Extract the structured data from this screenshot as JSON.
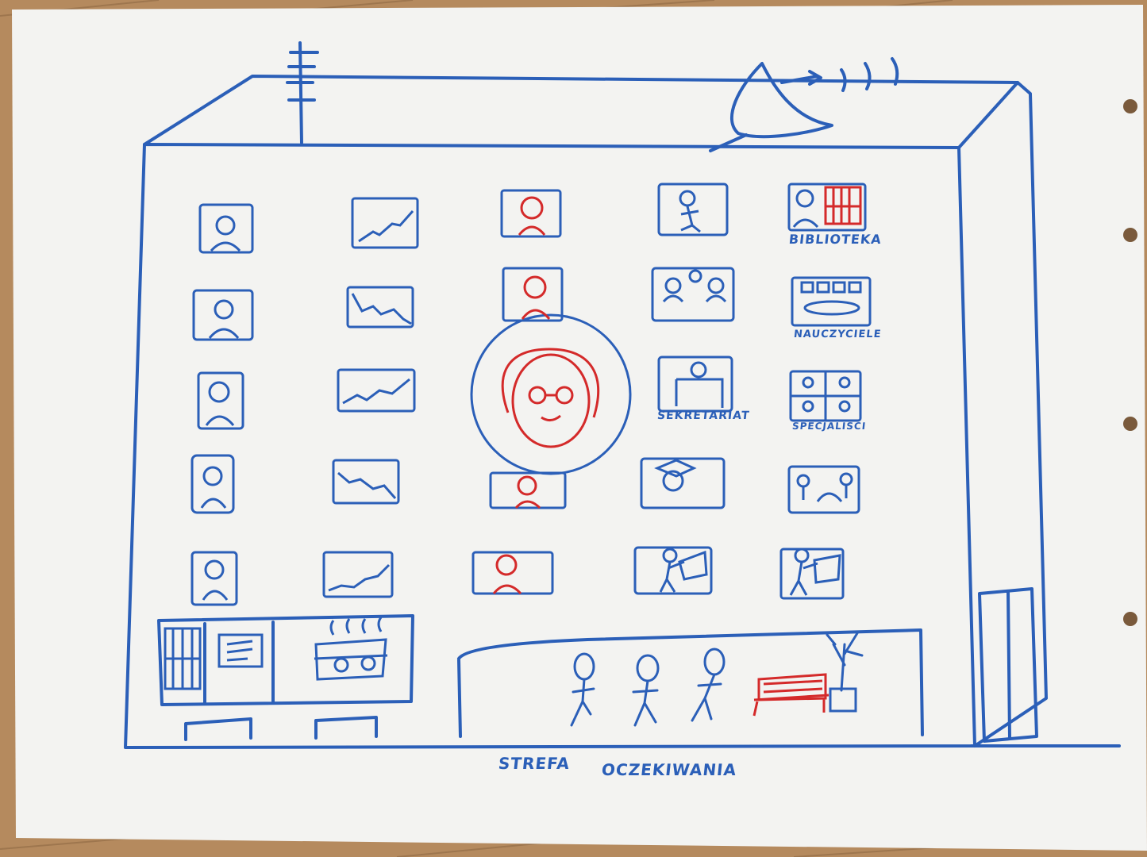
{
  "photo": {
    "subject": "flipchart-sketch",
    "colors": {
      "floor": "#b58a5e",
      "paper": "#f3f3f1",
      "blue_marker": "#2b5fb8",
      "red_marker": "#d42a2a"
    }
  },
  "labels": {
    "library": "BIBLIOTEKA",
    "teachers": "NAUCZYCIELE",
    "secretariat": "SEKRETARIAT",
    "specialists": "SPECJALIŚCI",
    "waiting_zone_1": "STREFA",
    "waiting_zone_2": "OCZEKIWANIA"
  },
  "room_icons": {
    "column_1": [
      "student-portrait-icon",
      "student-portrait-icon",
      "student-portrait-icon",
      "student-portrait-icon",
      "student-portrait-icon"
    ],
    "column_2": [
      "line-graph-icon",
      "line-graph-icon",
      "line-graph-icon",
      "line-graph-icon",
      "line-graph-icon"
    ],
    "column_3": [
      "teacher-portrait-icon",
      "teacher-portrait-icon",
      "teacher-circle-portrait-icon",
      "teacher-portrait-icon",
      "teacher-portrait-icon"
    ],
    "column_4": [
      "person-icon",
      "people-group-icon",
      "secretary-desk-icon",
      "graduate-cap-icon",
      "presenter-icon"
    ],
    "column_5": [
      "library-bookshelf-icon",
      "meeting-table-icon",
      "specialists-grid-icon",
      "playground-icon",
      "presenter-icon"
    ]
  }
}
